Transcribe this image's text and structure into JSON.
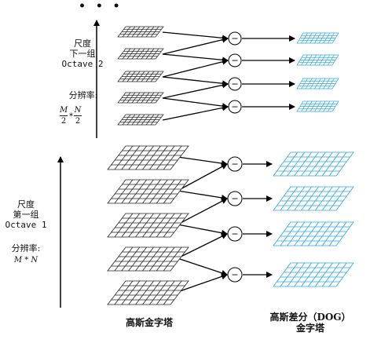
{
  "top_dots": "• • •",
  "octave2": {
    "scale_label": "尺度",
    "group_label": "下一组",
    "octave_label": "Octave 2",
    "resolution_label": "分辨率:",
    "res_num_m": "M",
    "res_den_m": "2",
    "res_op": "*",
    "res_num_n": "N",
    "res_den_n": "2"
  },
  "octave1": {
    "scale_label": "尺度",
    "group_label": "第一组",
    "octave_label": "Octave 1",
    "resolution_label": "分辨率:",
    "resolution_value": "M * N"
  },
  "operator_symbol": "−",
  "labels": {
    "gaussian_pyramid": "高斯金字塔",
    "dog_line1": "高斯差分（DOG）",
    "dog_line2": "金字塔"
  },
  "colors": {
    "gaussian_grid": "#222222",
    "dog_grid": "#2aa7d8",
    "arrow": "#000000"
  }
}
